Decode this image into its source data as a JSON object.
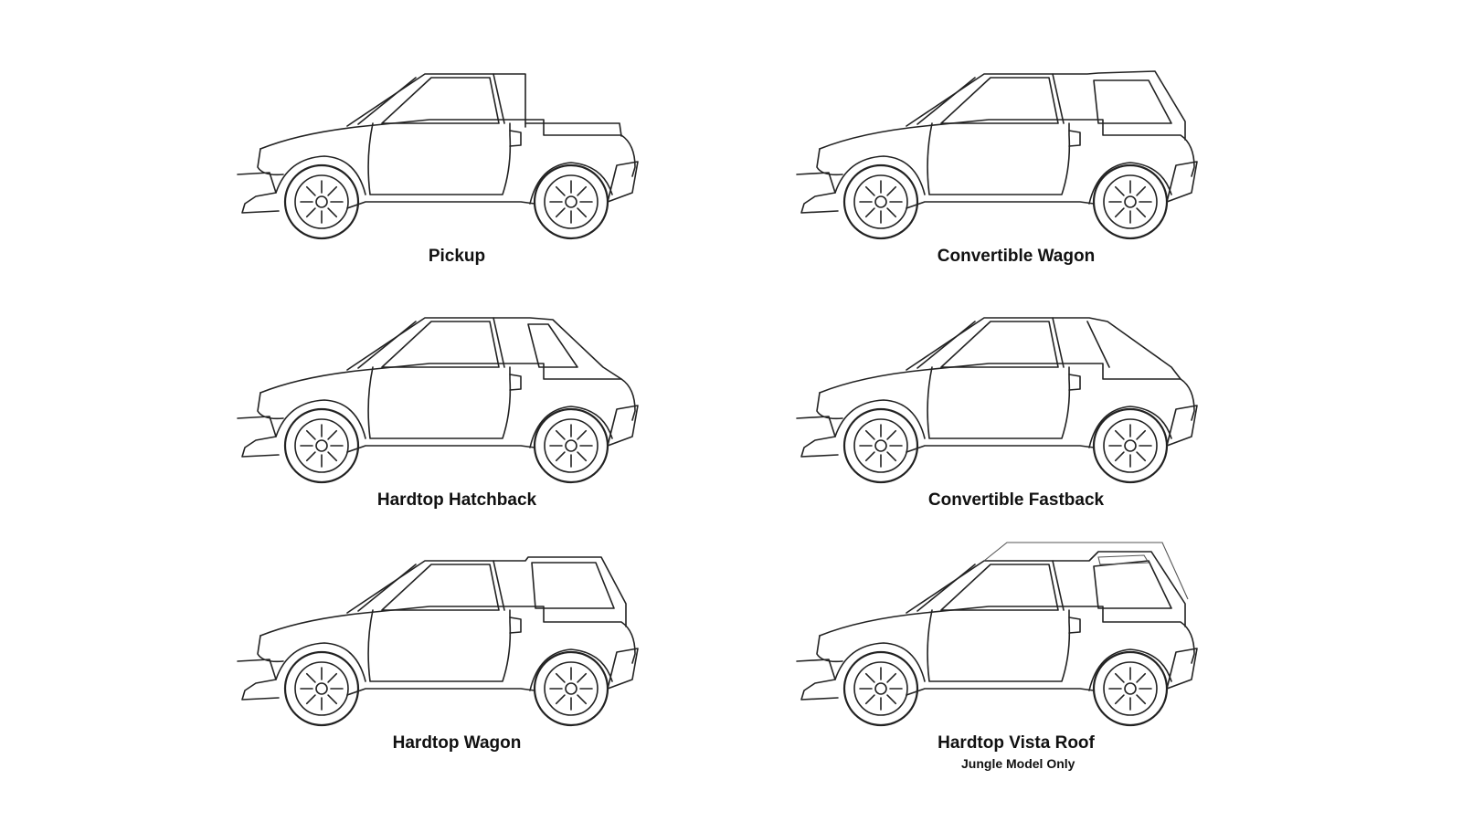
{
  "figures": [
    {
      "id": "pickup",
      "label": "Pickup",
      "subtitle": ""
    },
    {
      "id": "convertible-wagon",
      "label": "Convertible Wagon",
      "subtitle": ""
    },
    {
      "id": "hardtop-hatchback",
      "label": "Hardtop Hatchback",
      "subtitle": ""
    },
    {
      "id": "convertible-fastback",
      "label": "Convertible Fastback",
      "subtitle": ""
    },
    {
      "id": "hardtop-wagon",
      "label": "Hardtop Wagon",
      "subtitle": ""
    },
    {
      "id": "hardtop-vista-roof",
      "label": "Hardtop Vista Roof",
      "subtitle": "Jungle Model Only"
    }
  ]
}
